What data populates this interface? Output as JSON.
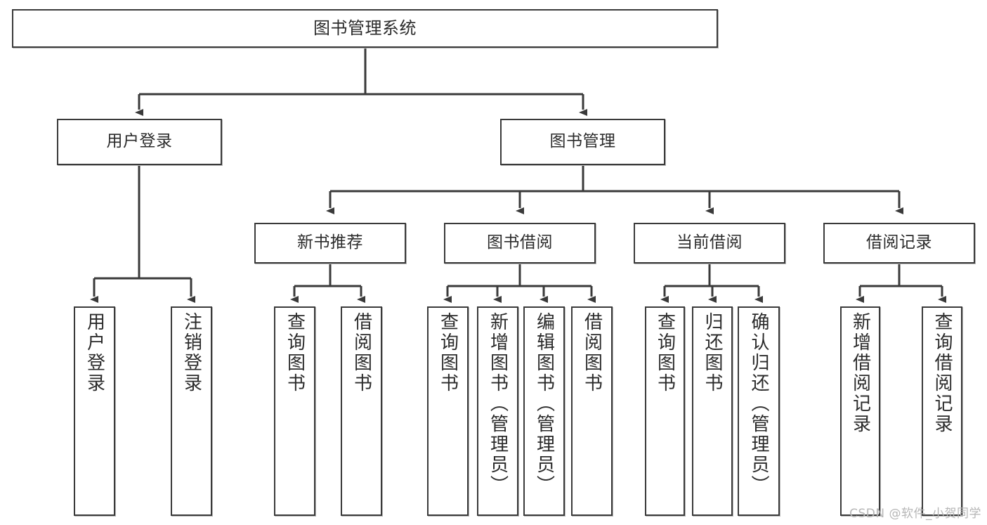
{
  "diagram": {
    "title": "图书管理系统",
    "type": "tree",
    "line_color": "#3a3a3a",
    "box_fill": "#ffffff",
    "text_color": "#2b2b2b",
    "watermark": "CSDN @软件_小贺同学"
  },
  "nodes": {
    "root": {
      "label": "图书管理系统"
    },
    "level2": [
      {
        "label": "用户登录"
      },
      {
        "label": "图书管理"
      }
    ],
    "level3": [
      {
        "label": "新书推荐"
      },
      {
        "label": "图书借阅"
      },
      {
        "label": "当前借阅"
      },
      {
        "label": "借阅记录"
      }
    ],
    "leaves": {
      "user_login": [
        {
          "label": "用户登录"
        },
        {
          "label": "注销登录"
        }
      ],
      "new_book_recommend": [
        {
          "label": "查询图书"
        },
        {
          "label": "借阅图书"
        }
      ],
      "book_borrow": [
        {
          "label": "查询图书"
        },
        {
          "label": "新增图书（管理员）"
        },
        {
          "label": "编辑图书（管理员）"
        },
        {
          "label": "借阅图书"
        }
      ],
      "current_borrow": [
        {
          "label": "查询图书"
        },
        {
          "label": "归还图书"
        },
        {
          "label": "确认归还（管理员）"
        }
      ],
      "borrow_record": [
        {
          "label": "新增借阅记录"
        },
        {
          "label": "查询借阅记录"
        }
      ]
    }
  }
}
